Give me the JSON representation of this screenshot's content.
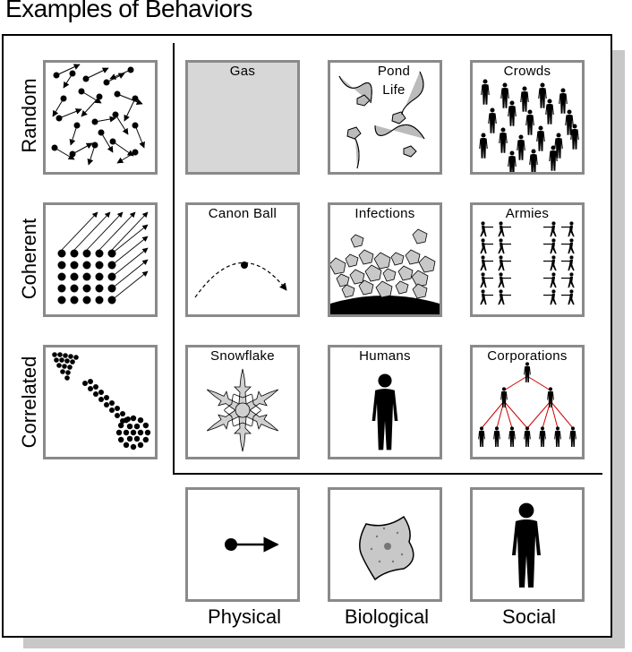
{
  "title": "Examples of Behaviors",
  "rows": [
    "Random",
    "Coherent",
    "Correlated"
  ],
  "columns": [
    "Physical",
    "Biological",
    "Social"
  ],
  "cells": {
    "gas": "Gas",
    "pond_line1": "Pond",
    "pond_line2": "Life",
    "crowds": "Crowds",
    "canon_ball": "Canon Ball",
    "infections": "Infections",
    "armies": "Armies",
    "snowflake": "Snowflake",
    "humans": "Humans",
    "corporations": "Corporations"
  },
  "colors": {
    "frame": "#000000",
    "cell_border": "#8a8a8a",
    "gas_fill": "#d7d7d7",
    "shadow": "#c8c8c8",
    "org_lines": "#cc0000"
  }
}
